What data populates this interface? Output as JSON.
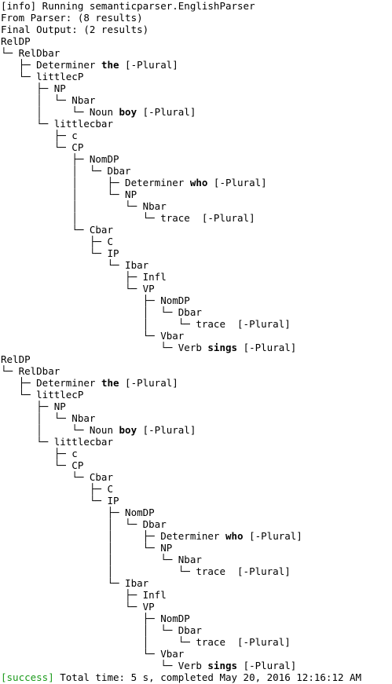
{
  "colors": {
    "background": "#ffffff",
    "text": "#000000",
    "success": "#1a9a1a"
  },
  "terminal": {
    "lines": [
      [
        {
          "t": "[info] Running semanticparser.EnglishParser"
        }
      ],
      [
        {
          "t": "From Parser: (8 results)"
        }
      ],
      [
        {
          "t": "Final Output: (2 results)"
        }
      ],
      [
        {
          "t": "RelDP"
        }
      ],
      [
        {
          "t": "└─ RelDbar"
        }
      ],
      [
        {
          "t": "   ├─ Determiner "
        },
        {
          "t": "the",
          "b": true
        },
        {
          "t": " [-Plural]"
        }
      ],
      [
        {
          "t": "   └─ littlecP"
        }
      ],
      [
        {
          "t": "      ├─ NP"
        }
      ],
      [
        {
          "t": "      │  └─ Nbar"
        }
      ],
      [
        {
          "t": "      │     └─ Noun "
        },
        {
          "t": "boy",
          "b": true
        },
        {
          "t": " [-Plural]"
        }
      ],
      [
        {
          "t": "      └─ littlecbar"
        }
      ],
      [
        {
          "t": "         ├─ c"
        }
      ],
      [
        {
          "t": "         └─ CP"
        }
      ],
      [
        {
          "t": "            ├─ NomDP"
        }
      ],
      [
        {
          "t": "            │  └─ Dbar"
        }
      ],
      [
        {
          "t": "            │     ├─ Determiner "
        },
        {
          "t": "who",
          "b": true
        },
        {
          "t": " [-Plural]"
        }
      ],
      [
        {
          "t": "            │     └─ NP"
        }
      ],
      [
        {
          "t": "            │        └─ Nbar"
        }
      ],
      [
        {
          "t": "            │           └─ trace  [-Plural]"
        }
      ],
      [
        {
          "t": "            └─ Cbar"
        }
      ],
      [
        {
          "t": "               ├─ C"
        }
      ],
      [
        {
          "t": "               └─ IP"
        }
      ],
      [
        {
          "t": "                  └─ Ibar"
        }
      ],
      [
        {
          "t": "                     ├─ Infl"
        }
      ],
      [
        {
          "t": "                     └─ VP"
        }
      ],
      [
        {
          "t": "                        ├─ NomDP"
        }
      ],
      [
        {
          "t": "                        │  └─ Dbar"
        }
      ],
      [
        {
          "t": "                        │     └─ trace  [-Plural]"
        }
      ],
      [
        {
          "t": "                        └─ Vbar"
        }
      ],
      [
        {
          "t": "                           └─ Verb "
        },
        {
          "t": "sings",
          "b": true
        },
        {
          "t": " [-Plural]"
        }
      ],
      [
        {
          "t": "RelDP"
        }
      ],
      [
        {
          "t": "└─ RelDbar"
        }
      ],
      [
        {
          "t": "   ├─ Determiner "
        },
        {
          "t": "the",
          "b": true
        },
        {
          "t": " [-Plural]"
        }
      ],
      [
        {
          "t": "   └─ littlecP"
        }
      ],
      [
        {
          "t": "      ├─ NP"
        }
      ],
      [
        {
          "t": "      │  └─ Nbar"
        }
      ],
      [
        {
          "t": "      │     └─ Noun "
        },
        {
          "t": "boy",
          "b": true
        },
        {
          "t": " [-Plural]"
        }
      ],
      [
        {
          "t": "      └─ littlecbar"
        }
      ],
      [
        {
          "t": "         ├─ c"
        }
      ],
      [
        {
          "t": "         └─ CP"
        }
      ],
      [
        {
          "t": "            └─ Cbar"
        }
      ],
      [
        {
          "t": "               ├─ C"
        }
      ],
      [
        {
          "t": "               └─ IP"
        }
      ],
      [
        {
          "t": "                  ├─ NomDP"
        }
      ],
      [
        {
          "t": "                  │  └─ Dbar"
        }
      ],
      [
        {
          "t": "                  │     ├─ Determiner "
        },
        {
          "t": "who",
          "b": true
        },
        {
          "t": " [-Plural]"
        }
      ],
      [
        {
          "t": "                  │     └─ NP"
        }
      ],
      [
        {
          "t": "                  │        └─ Nbar"
        }
      ],
      [
        {
          "t": "                  │           └─ trace  [-Plural]"
        }
      ],
      [
        {
          "t": "                  └─ Ibar"
        }
      ],
      [
        {
          "t": "                     ├─ Infl"
        }
      ],
      [
        {
          "t": "                     └─ VP"
        }
      ],
      [
        {
          "t": "                        ├─ NomDP"
        }
      ],
      [
        {
          "t": "                        │  └─ Dbar"
        }
      ],
      [
        {
          "t": "                        │     └─ trace  [-Plural]"
        }
      ],
      [
        {
          "t": "                        └─ Vbar"
        }
      ],
      [
        {
          "t": "                           └─ Verb "
        },
        {
          "t": "sings",
          "b": true
        },
        {
          "t": " [-Plural]"
        }
      ],
      [
        {
          "t": "[success]",
          "c": "success"
        },
        {
          "t": " Total time: 5 s, completed May 20, 2016 12:16:12 AM"
        }
      ]
    ]
  }
}
